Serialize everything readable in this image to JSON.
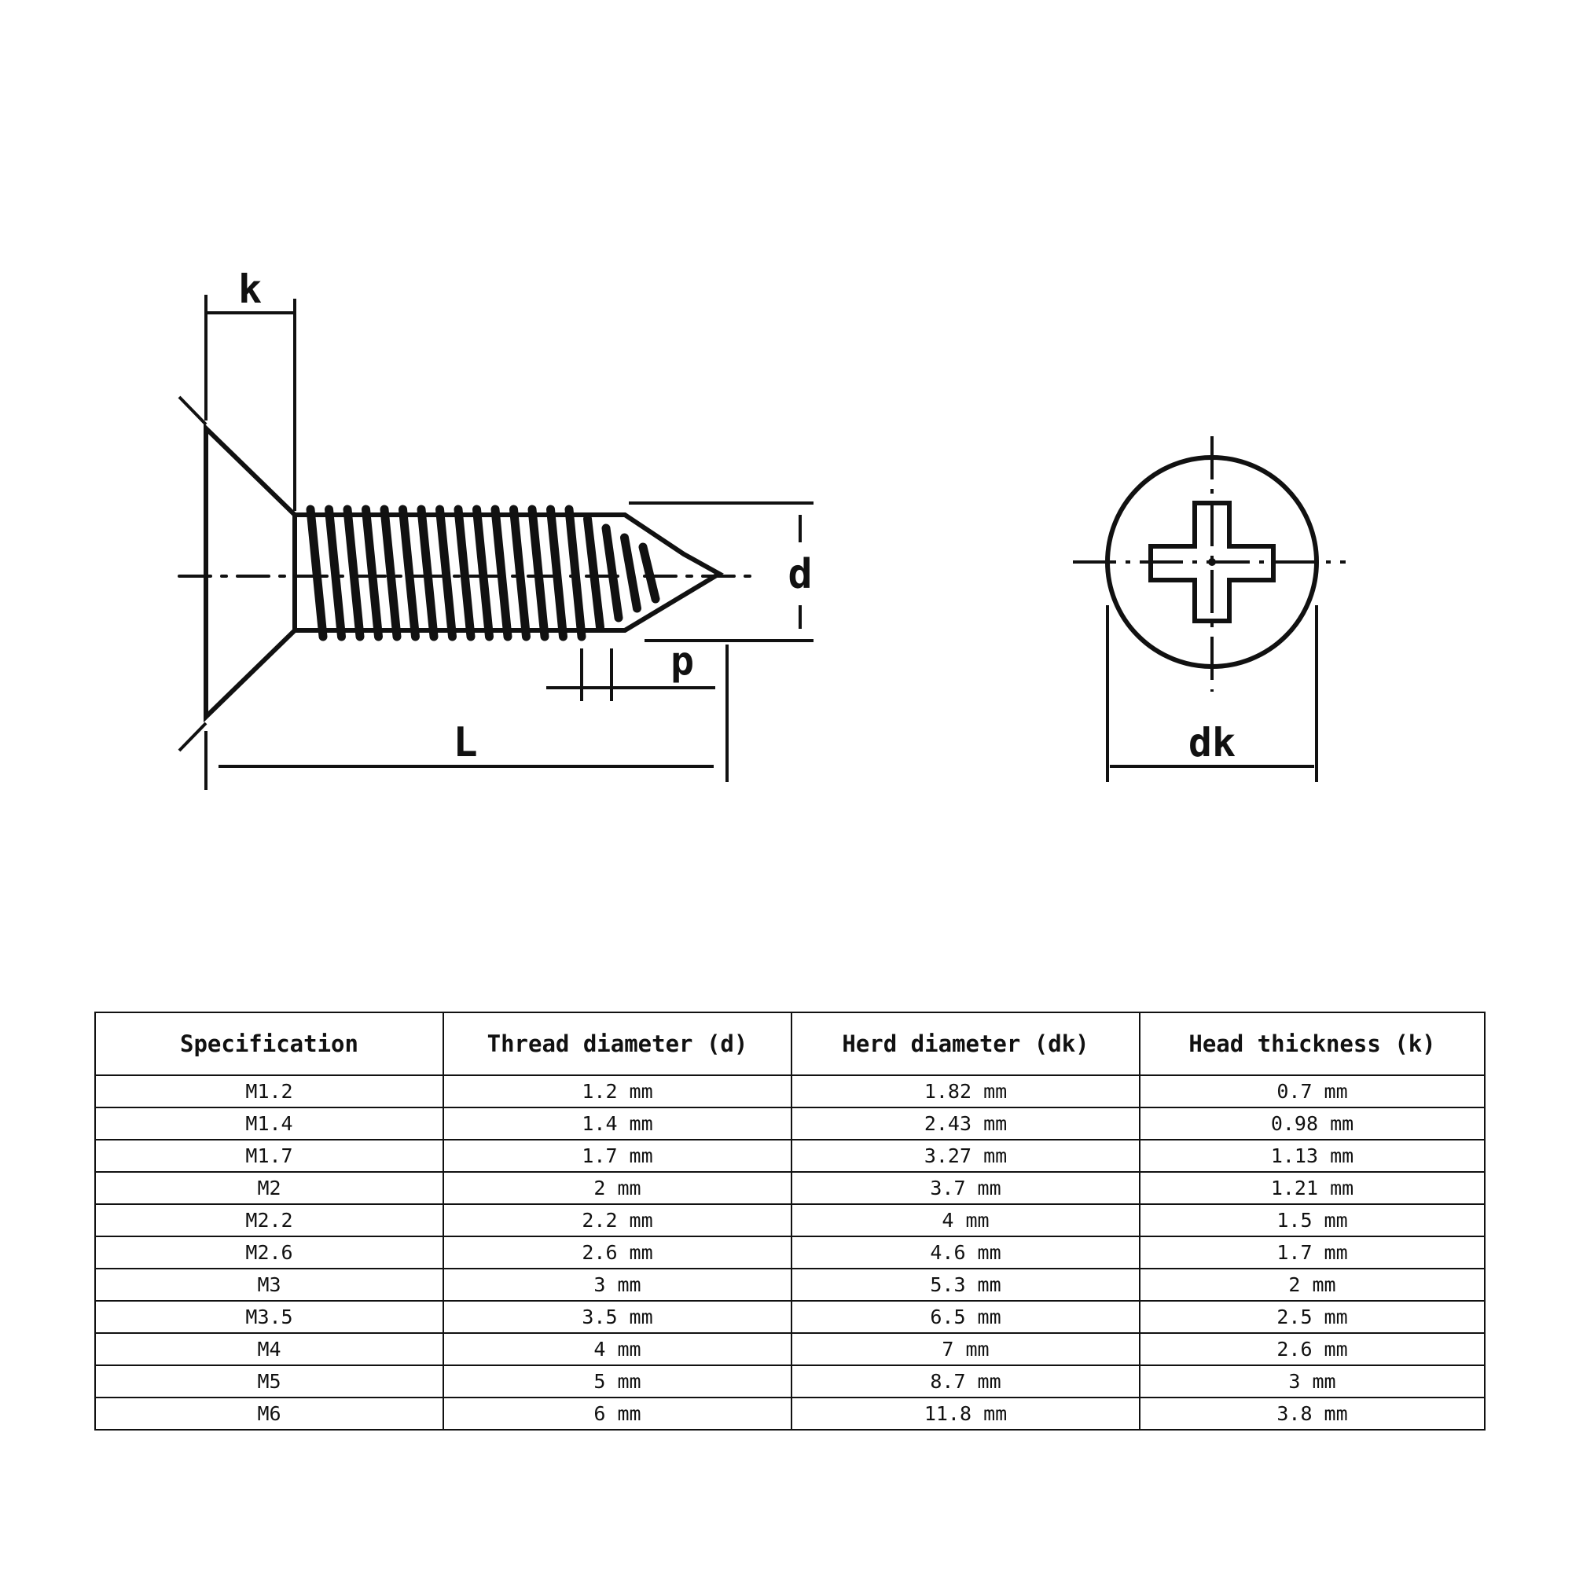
{
  "diagram": {
    "labels": {
      "k": "k",
      "d": "d",
      "p": "p",
      "l": "L",
      "dk": "dk"
    }
  },
  "table": {
    "headers": [
      "Specification",
      "Thread diameter (d)",
      "Herd diameter (dk)",
      "Head thickness (k)"
    ],
    "rows": [
      [
        "M1.2",
        "1.2 mm",
        "1.82 mm",
        "0.7 mm"
      ],
      [
        "M1.4",
        "1.4 mm",
        "2.43 mm",
        "0.98 mm"
      ],
      [
        "M1.7",
        "1.7 mm",
        "3.27 mm",
        "1.13 mm"
      ],
      [
        "M2",
        "2 mm",
        "3.7 mm",
        "1.21 mm"
      ],
      [
        "M2.2",
        "2.2 mm",
        "4 mm",
        "1.5 mm"
      ],
      [
        "M2.6",
        "2.6 mm",
        "4.6 mm",
        "1.7 mm"
      ],
      [
        "M3",
        "3 mm",
        "5.3 mm",
        "2 mm"
      ],
      [
        "M3.5",
        "3.5 mm",
        "6.5 mm",
        "2.5 mm"
      ],
      [
        "M4",
        "4 mm",
        "7 mm",
        "2.6 mm"
      ],
      [
        "M5",
        "5 mm",
        "8.7 mm",
        "3 mm"
      ],
      [
        "M6",
        "6 mm",
        "11.8 mm",
        "3.8 mm"
      ]
    ]
  }
}
